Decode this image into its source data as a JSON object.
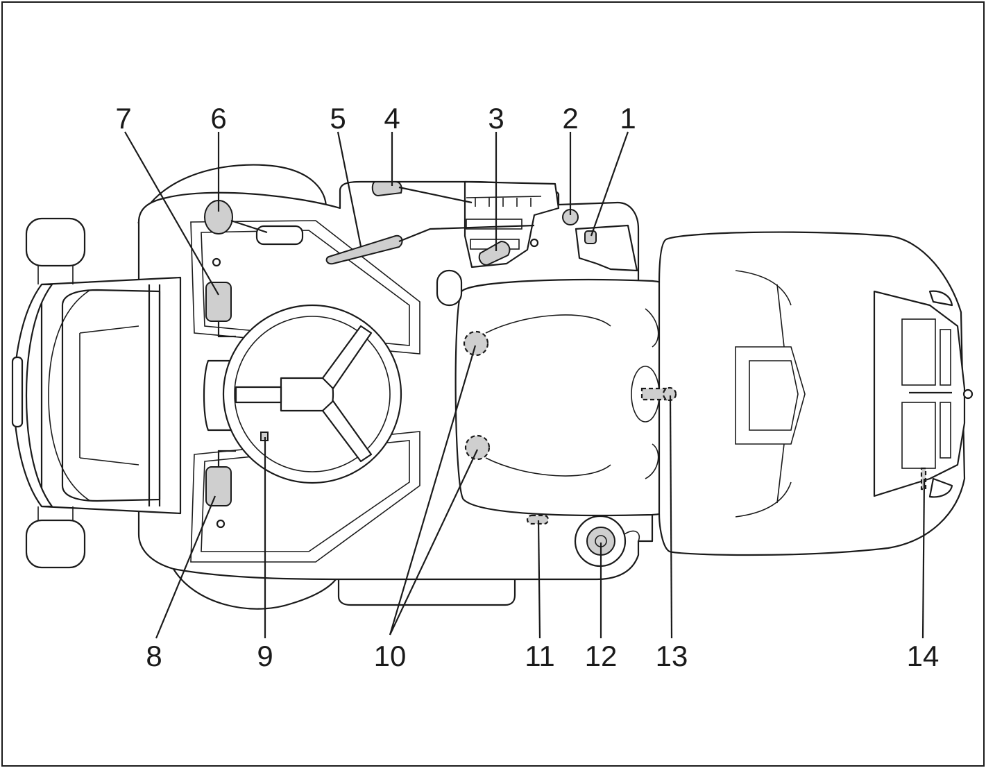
{
  "figure": {
    "frame_color": "#1a1a1a",
    "part_fill_color": "#cfcfcf",
    "callouts": [
      {
        "id": "1",
        "label": "1"
      },
      {
        "id": "2",
        "label": "2"
      },
      {
        "id": "3",
        "label": "3"
      },
      {
        "id": "4",
        "label": "4"
      },
      {
        "id": "5",
        "label": "5"
      },
      {
        "id": "6",
        "label": "6"
      },
      {
        "id": "7",
        "label": "7"
      },
      {
        "id": "8",
        "label": "8"
      },
      {
        "id": "9",
        "label": "9"
      },
      {
        "id": "10",
        "label": "10"
      },
      {
        "id": "11",
        "label": "11"
      },
      {
        "id": "12",
        "label": "12"
      },
      {
        "id": "13",
        "label": "13"
      },
      {
        "id": "14",
        "label": "14"
      }
    ]
  }
}
